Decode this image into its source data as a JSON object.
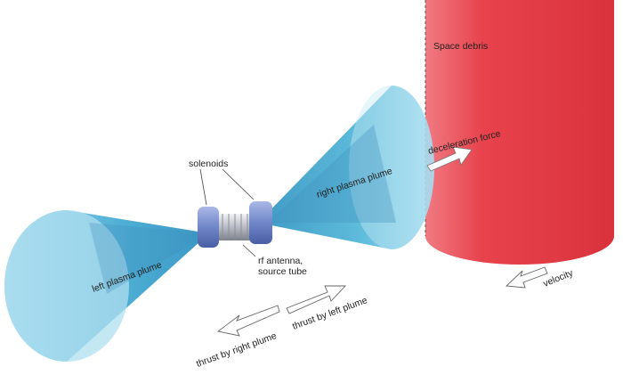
{
  "labels": {
    "space_debris": "Space debris",
    "deceleration_force": "deceleration force",
    "right_plume": "right plasma plume",
    "solenoids": "solenoids",
    "rf_antenna_line1": "rf antenna,",
    "rf_antenna_line2": "source tube",
    "left_plume": "left plasma plume",
    "thrust_left": "thrust by left plume",
    "thrust_right": "thrust by right plume",
    "velocity": "velocity"
  },
  "colors": {
    "debris": "#e8434d",
    "plume": "#4fb6d8",
    "solenoid": "#6f86c8",
    "tube": "#c9ccd2"
  }
}
